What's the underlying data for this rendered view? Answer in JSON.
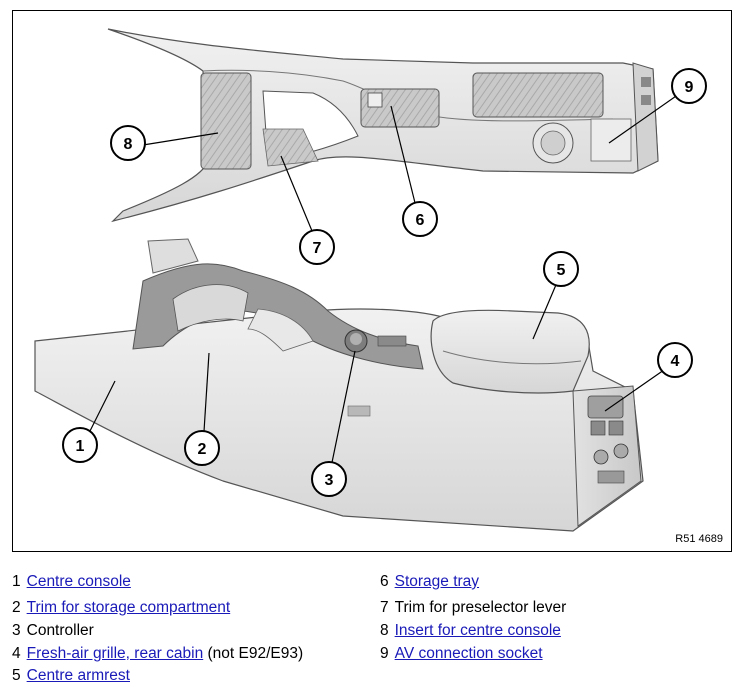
{
  "figure_code": "R51 4689",
  "callouts": [
    "1",
    "2",
    "3",
    "4",
    "5",
    "6",
    "7",
    "8",
    "9"
  ],
  "legend": {
    "left": [
      {
        "num": "1",
        "text": "Centre console",
        "link": true,
        "suffix": ""
      },
      {
        "num": "2",
        "text": "Trim for storage compartment",
        "link": true,
        "suffix": ""
      },
      {
        "num": "3",
        "text": "Controller",
        "link": false,
        "suffix": ""
      },
      {
        "num": "4",
        "text": "Fresh-air grille, rear cabin",
        "link": true,
        "suffix": " (not E92/E93)"
      },
      {
        "num": "5",
        "text": "Centre armrest",
        "link": true,
        "suffix": ""
      }
    ],
    "right": [
      {
        "num": "6",
        "text": "Storage tray",
        "link": true,
        "suffix": ""
      },
      {
        "num": "7",
        "text": "Trim for preselector lever",
        "link": false,
        "suffix": ""
      },
      {
        "num": "8",
        "text": "Insert for centre console",
        "link": true,
        "suffix": ""
      },
      {
        "num": "9",
        "text": "AV connection socket",
        "link": true,
        "suffix": ""
      }
    ]
  }
}
